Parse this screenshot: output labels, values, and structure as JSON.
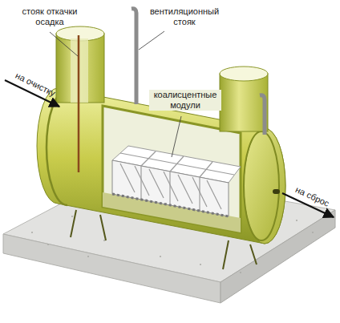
{
  "diagram": {
    "labels": [
      "стояк откачки осадка",
      "вентиляционный стояк",
      "коалисцентные модули",
      "на очистку",
      "на сброс"
    ]
  }
}
